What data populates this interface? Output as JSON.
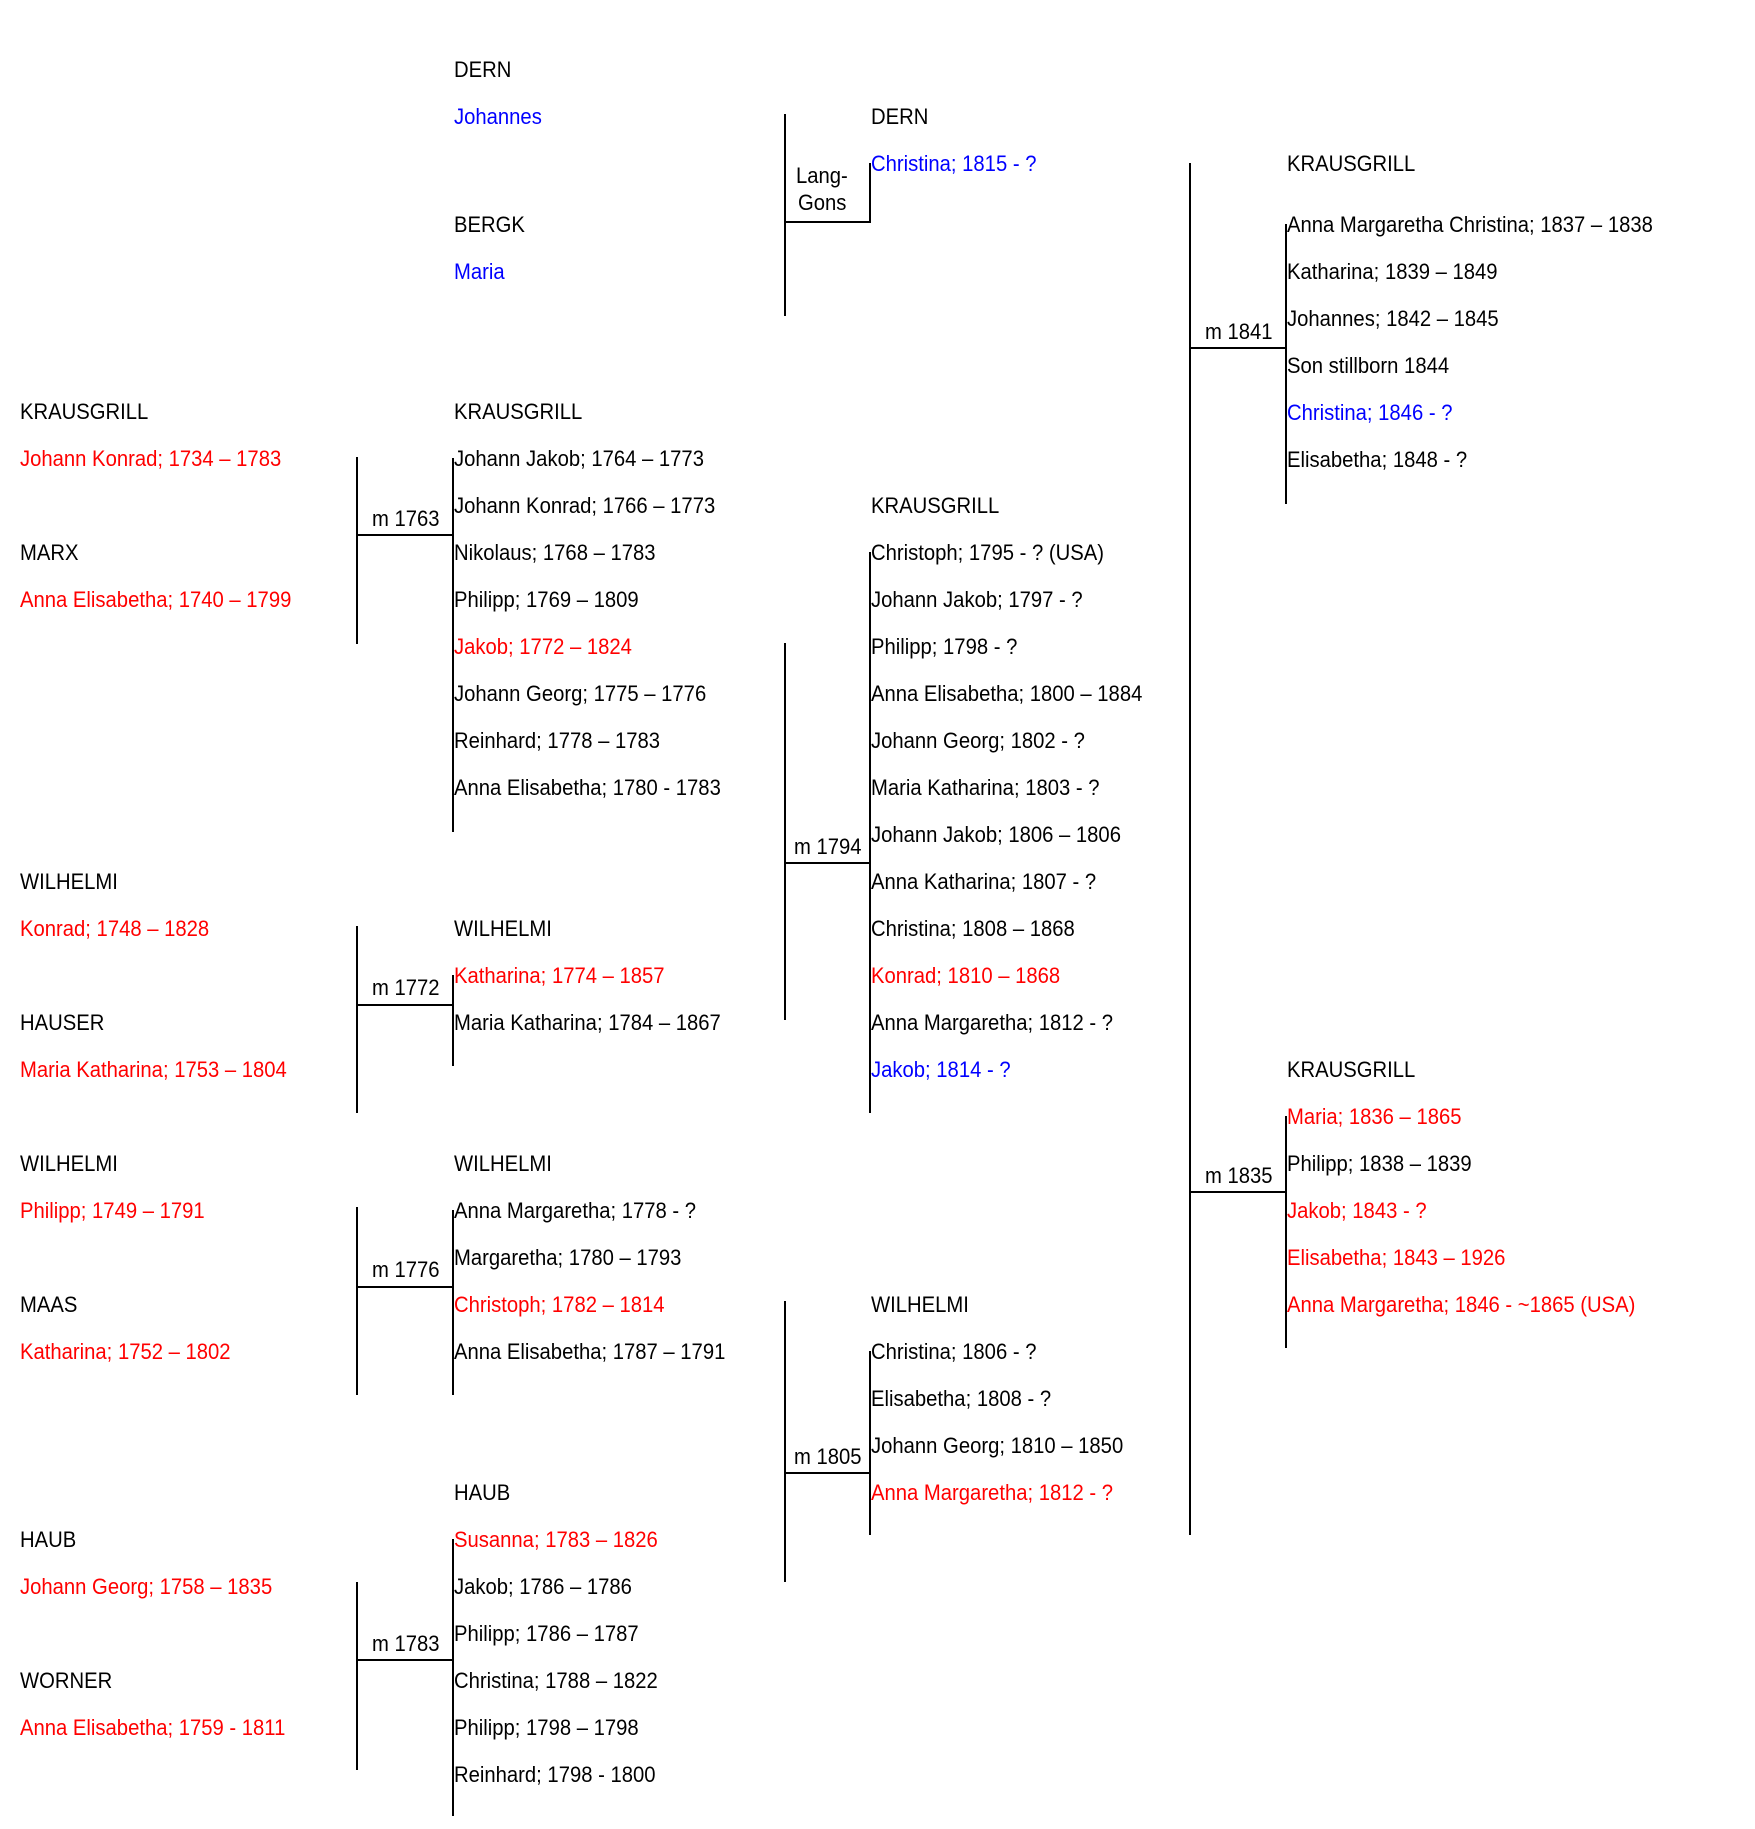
{
  "colors": {
    "black": "#000000",
    "red": "#ff0000",
    "blue": "#0000ff"
  },
  "blocks": [
    {
      "id": "dern-grandparents-1",
      "surname": "DERN",
      "people": [
        {
          "text": "Johannes",
          "color": "blue"
        }
      ]
    },
    {
      "id": "bergk",
      "surname": "BERGK",
      "people": [
        {
          "text": "Maria",
          "color": "blue"
        }
      ]
    },
    {
      "id": "dern-child",
      "surname": "DERN",
      "people": [
        {
          "text": "Christina; 1815 - ?",
          "color": "blue"
        }
      ]
    },
    {
      "id": "krausgrill-1841-children",
      "surname": "KRAUSGRILL",
      "people": [
        {
          "text": "Anna Margaretha Christina; 1837 – 1838",
          "color": "black"
        },
        {
          "text": "Katharina; 1839 – 1849",
          "color": "black"
        },
        {
          "text": "Johannes; 1842 – 1845",
          "color": "black"
        },
        {
          "text": "Son stillborn 1844",
          "color": "black"
        },
        {
          "text": "Christina; 1846 - ?",
          "color": "blue"
        },
        {
          "text": "Elisabetha; 1848 - ?",
          "color": "black"
        }
      ]
    },
    {
      "id": "krausgrill-gen1",
      "surname": "KRAUSGRILL",
      "people": [
        {
          "text": "Johann Konrad; 1734 – 1783",
          "color": "red"
        }
      ]
    },
    {
      "id": "marx",
      "surname": "MARX",
      "people": [
        {
          "text": "Anna Elisabetha; 1740 – 1799",
          "color": "red"
        }
      ]
    },
    {
      "id": "krausgrill-1763-children",
      "surname": "KRAUSGRILL",
      "people": [
        {
          "text": "Johann Jakob; 1764 – 1773",
          "color": "black"
        },
        {
          "text": "Johann Konrad; 1766 – 1773",
          "color": "black"
        },
        {
          "text": "Nikolaus; 1768 – 1783",
          "color": "black"
        },
        {
          "text": "Philipp; 1769 – 1809",
          "color": "black"
        },
        {
          "text": "Jakob; 1772 – 1824",
          "color": "red"
        },
        {
          "text": "Johann Georg; 1775 – 1776",
          "color": "black"
        },
        {
          "text": "Reinhard; 1778 – 1783",
          "color": "black"
        },
        {
          "text": "Anna Elisabetha; 1780 - 1783",
          "color": "black"
        }
      ]
    },
    {
      "id": "krausgrill-1794-children",
      "surname": "KRAUSGRILL",
      "people": [
        {
          "text": "Christoph; 1795 - ? (USA)",
          "color": "black"
        },
        {
          "text": "Johann Jakob; 1797 - ?",
          "color": "black"
        },
        {
          "text": "Philipp; 1798 - ?",
          "color": "black"
        },
        {
          "text": "Anna Elisabetha; 1800 – 1884",
          "color": "black"
        },
        {
          "text": "Johann Georg; 1802 - ?",
          "color": "black"
        },
        {
          "text": "Maria Katharina; 1803 - ?",
          "color": "black"
        },
        {
          "text": "Johann Jakob; 1806 – 1806",
          "color": "black"
        },
        {
          "text": "Anna Katharina; 1807 - ?",
          "color": "black"
        },
        {
          "text": "Christina; 1808 – 1868",
          "color": "black"
        },
        {
          "text": "Konrad; 1810 – 1868",
          "color": "red"
        },
        {
          "text": "Anna Margaretha; 1812 - ?",
          "color": "black"
        },
        {
          "text": "Jakob; 1814 - ?",
          "color": "blue"
        }
      ]
    },
    {
      "id": "wilhelmi-konrad",
      "surname": "WILHELMI",
      "people": [
        {
          "text": "Konrad; 1748 – 1828",
          "color": "red"
        }
      ]
    },
    {
      "id": "hauser",
      "surname": "HAUSER",
      "people": [
        {
          "text": "Maria Katharina; 1753 – 1804",
          "color": "red"
        }
      ]
    },
    {
      "id": "wilhelmi-1772-children",
      "surname": "WILHELMI",
      "people": [
        {
          "text": "Katharina; 1774 – 1857",
          "color": "red"
        },
        {
          "text": "Maria Katharina; 1784 – 1867",
          "color": "black"
        }
      ]
    },
    {
      "id": "wilhelmi-philipp",
      "surname": "WILHELMI",
      "people": [
        {
          "text": "Philipp; 1749 – 1791",
          "color": "red"
        }
      ]
    },
    {
      "id": "maas",
      "surname": "MAAS",
      "people": [
        {
          "text": "Katharina; 1752 – 1802",
          "color": "red"
        }
      ]
    },
    {
      "id": "wilhelmi-1776-children",
      "surname": "WILHELMI",
      "people": [
        {
          "text": "Anna Margaretha; 1778 - ?",
          "color": "black"
        },
        {
          "text": "Margaretha; 1780 – 1793",
          "color": "black"
        },
        {
          "text": "Christoph; 1782 – 1814",
          "color": "red"
        },
        {
          "text": "Anna Elisabetha; 1787 – 1791",
          "color": "black"
        }
      ]
    },
    {
      "id": "krausgrill-1835-children",
      "surname": "KRAUSGRILL",
      "people": [
        {
          "text": "Maria; 1836 – 1865",
          "color": "red"
        },
        {
          "text": "Philipp; 1838 – 1839",
          "color": "black"
        },
        {
          "text": "Jakob; 1843 - ?",
          "color": "red"
        },
        {
          "text": "Elisabetha; 1843 – 1926",
          "color": "red"
        },
        {
          "text": "Anna Margaretha; 1846 - ~1865 (USA)",
          "color": "red"
        }
      ]
    },
    {
      "id": "wilhelmi-1805-children",
      "surname": "WILHELMI",
      "people": [
        {
          "text": "Christina; 1806 - ?",
          "color": "black"
        },
        {
          "text": "Elisabetha; 1808 - ?",
          "color": "black"
        },
        {
          "text": "Johann Georg; 1810 – 1850",
          "color": "black"
        },
        {
          "text": "Anna Margaretha; 1812 - ?",
          "color": "red"
        }
      ]
    },
    {
      "id": "haub-1783-children",
      "surname": "HAUB",
      "people": [
        {
          "text": "Susanna; 1783 – 1826",
          "color": "red"
        },
        {
          "text": "Jakob; 1786 – 1786",
          "color": "black"
        },
        {
          "text": "Philipp; 1786 – 1787",
          "color": "black"
        },
        {
          "text": "Christina; 1788 – 1822",
          "color": "black"
        },
        {
          "text": "Philipp; 1798 – 1798",
          "color": "black"
        },
        {
          "text": "Reinhard; 1798 - 1800",
          "color": "black"
        }
      ]
    },
    {
      "id": "haub-gen1",
      "surname": "HAUB",
      "people": [
        {
          "text": "Johann Georg; 1758 – 1835",
          "color": "red"
        }
      ]
    },
    {
      "id": "worner",
      "surname": "WORNER",
      "people": [
        {
          "text": "Anna Elisabetha; 1759 - 1811",
          "color": "red"
        }
      ]
    }
  ],
  "unions": [
    {
      "id": "langgons",
      "label_line1": "Lang-",
      "label_line2": "Gons"
    },
    {
      "id": "m1841",
      "label": "m 1841"
    },
    {
      "id": "m1763",
      "label": "m 1763"
    },
    {
      "id": "m1794",
      "label": "m 1794"
    },
    {
      "id": "m1772",
      "label": "m 1772"
    },
    {
      "id": "m1776",
      "label": "m 1776"
    },
    {
      "id": "m1835",
      "label": "m 1835"
    },
    {
      "id": "m1805",
      "label": "m 1805"
    },
    {
      "id": "m1783",
      "label": "m 1783"
    }
  ]
}
